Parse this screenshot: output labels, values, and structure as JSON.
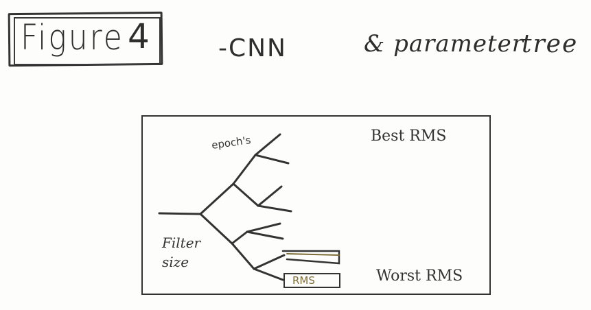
{
  "header": {
    "figure_label": "Figure",
    "figure_number": "4",
    "title_model": "-CNN",
    "title_rest": "& parameter",
    "title_rest_2": "tree"
  },
  "diagram": {
    "epochs_label": "epoch's",
    "best_label": "Best RMS",
    "worst_label": "Worst RMS",
    "filter_label_line1": "Filter",
    "filter_label_line2": "size",
    "highlight_label": "RMS"
  },
  "colors": {
    "ink": "#333333",
    "highlight": "#7c6d37"
  }
}
